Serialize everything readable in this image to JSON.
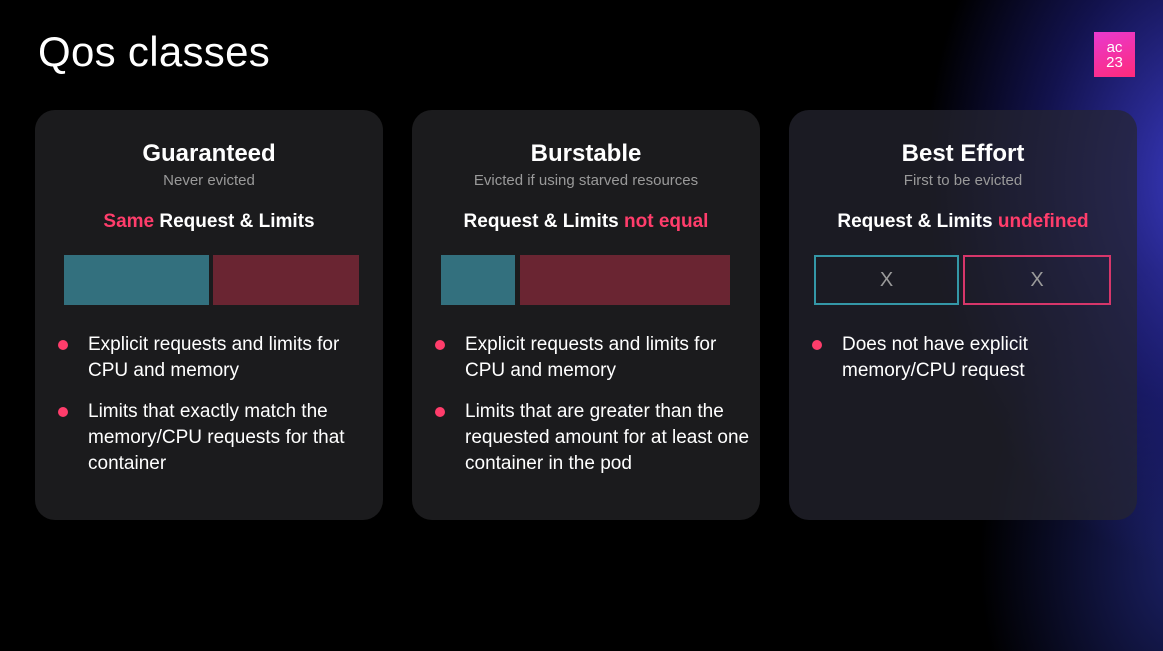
{
  "slide": {
    "title": "Qos classes",
    "logo": {
      "line1": "ac",
      "line2": "23"
    }
  },
  "colors": {
    "accent": "#ff3d6b",
    "request": "#33707e",
    "limit": "#6a2532",
    "card": "#1b1b1d"
  },
  "cards": [
    {
      "title": "Guaranteed",
      "subtitle": "Never evicted",
      "rule_prefix": "Same",
      "rule_main": "Request & Limits",
      "rule_suffix": "",
      "bullets": [
        "Explicit requests and limits for CPU and memory",
        "Limits that exactly match the memory/CPU requests for that container"
      ]
    },
    {
      "title": "Burstable",
      "subtitle": "Evicted if using starved resources",
      "rule_prefix": "",
      "rule_main": "Request & Limits",
      "rule_suffix": "not equal",
      "bullets": [
        "Explicit requests and limits for CPU and memory",
        "Limits that are greater than the requested amount for at least one container in the pod"
      ]
    },
    {
      "title": "Best Effort",
      "subtitle": "First to be evicted",
      "rule_prefix": "",
      "rule_main": "Request & Limits",
      "rule_suffix": "undefined",
      "bar_request_mark": "X",
      "bar_limit_mark": "X",
      "bullets": [
        "Does not have explicit memory/CPU request"
      ]
    }
  ]
}
